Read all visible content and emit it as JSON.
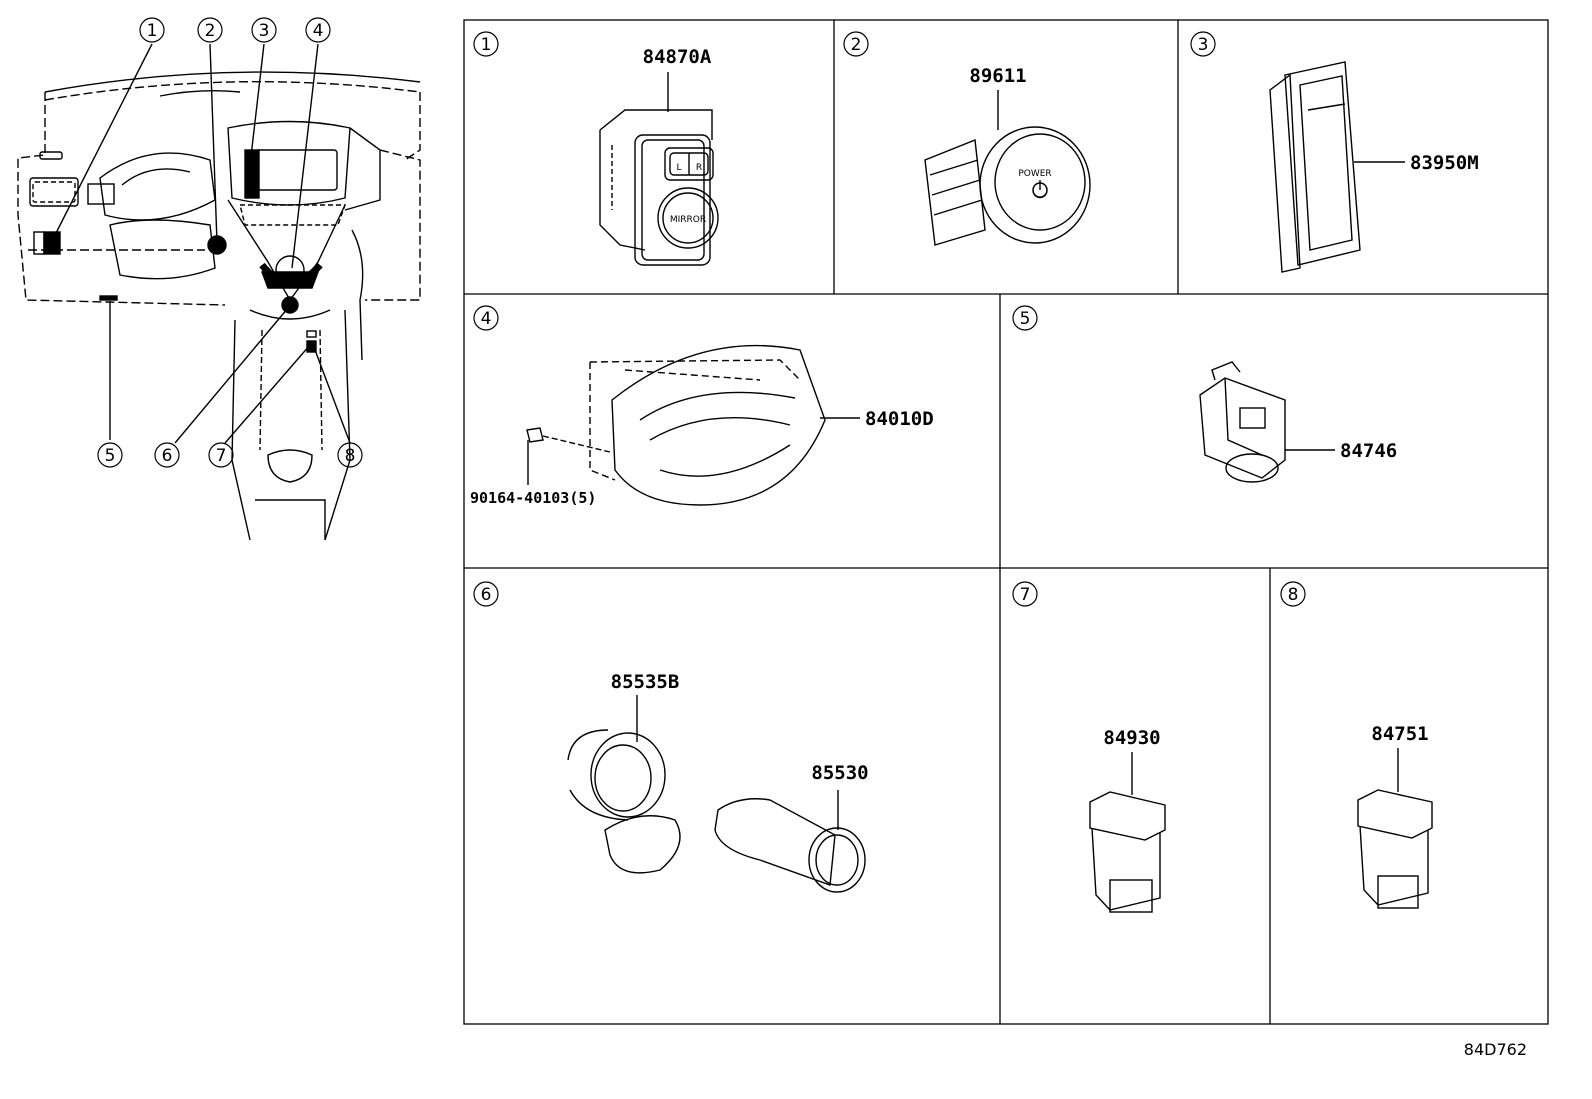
{
  "callouts": [
    "1",
    "2",
    "3",
    "4",
    "5",
    "6",
    "7",
    "8"
  ],
  "panels": [
    {
      "number": "1",
      "part": "84870A",
      "labels": {
        "mirror": "MIRROR",
        "l": "L",
        "r": "R"
      }
    },
    {
      "number": "2",
      "part": "89611",
      "labels": {
        "power": "POWER"
      }
    },
    {
      "number": "3",
      "part": "83950M"
    },
    {
      "number": "4",
      "part": "84010D",
      "sub_part": "90164-40103(5)"
    },
    {
      "number": "5",
      "part": "84746"
    },
    {
      "number": "6",
      "part": "85535B",
      "part2": "85530"
    },
    {
      "number": "7",
      "part": "84930"
    },
    {
      "number": "8",
      "part": "84751"
    }
  ],
  "diagram_code": "84D762",
  "colors": {
    "line": "#000000",
    "background": "#ffffff"
  }
}
